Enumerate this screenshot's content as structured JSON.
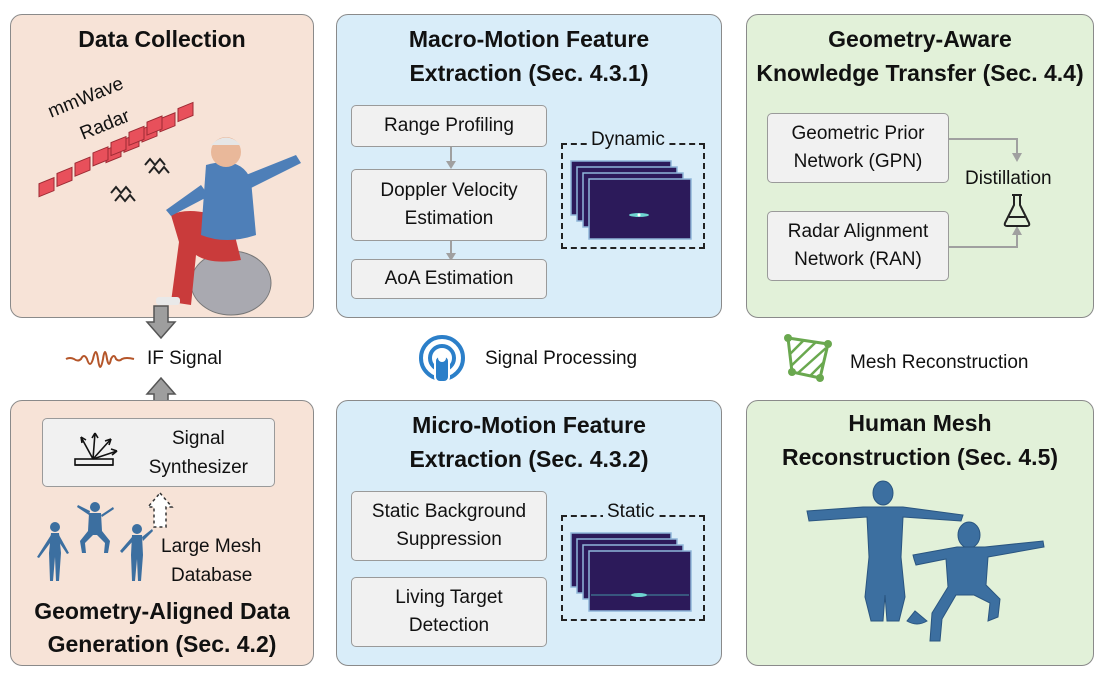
{
  "data_collection": {
    "title": "Data Collection",
    "radar_label_line1": "mmWave",
    "radar_label_line2": "Radar"
  },
  "if_signal": {
    "label": "IF Signal"
  },
  "generation": {
    "synthesizer_line1": "Signal",
    "synthesizer_line2": "Synthesizer",
    "db_line1": "Large Mesh",
    "db_line2": "Database",
    "title_line1": "Geometry-Aligned Data",
    "title_line2": "Generation (Sec. 4.2)"
  },
  "macro": {
    "title_line1": "Macro-Motion Feature",
    "title_line2": "Extraction (Sec. 4.3.1)",
    "step1": "Range Profiling",
    "step2_line1": "Doppler Velocity",
    "step2_line2": "Estimation",
    "step3": "AoA Estimation",
    "spectrum_label": "Dynamic"
  },
  "signal_processing": {
    "label": "Signal Processing"
  },
  "micro": {
    "title_line1": "Micro-Motion Feature",
    "title_line2": "Extraction (Sec. 4.3.2)",
    "step1_line1": "Static Background",
    "step1_line2": "Suppression",
    "step2_line1": "Living Target",
    "step2_line2": "Detection",
    "spectrum_label": "Static"
  },
  "transfer": {
    "title_line1": "Geometry-Aware",
    "title_line2": "Knowledge Transfer (Sec. 4.4)",
    "gpn_line1": "Geometric Prior",
    "gpn_line2": "Network (GPN)",
    "ran_line1": "Radar Alignment",
    "ran_line2": "Network (RAN)",
    "distill": "Distillation"
  },
  "mesh_recon_legend": {
    "label": "Mesh Reconstruction"
  },
  "reconstruction": {
    "title_line1": "Human Mesh",
    "title_line2": "Reconstruction (Sec. 4.5)"
  },
  "colors": {
    "peach": "#f7e3d7",
    "blue": "#d9edf9",
    "green": "#e2f1d9",
    "radar_red": "#e8505b",
    "mesh_blue": "#3c6fa0",
    "wave_brown": "#b5562a",
    "spectrum_bg": "#2c1a5a",
    "icon_green": "#6aa84f",
    "icon_blue": "#2b7fc9"
  }
}
